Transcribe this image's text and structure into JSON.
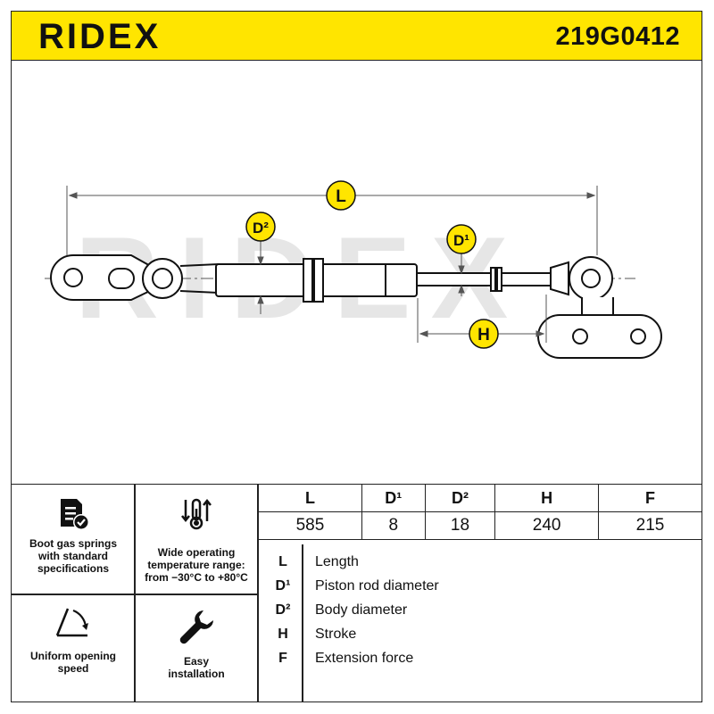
{
  "header": {
    "brand": "RIDEX",
    "part_number": "219G0412",
    "background_color": "#ffe500"
  },
  "drawing": {
    "watermark": "RIDEX",
    "labels": {
      "length": "L",
      "rod_diameter": "D¹",
      "body_diameter": "D²",
      "stroke": "H"
    },
    "marker_color": "#ffe500"
  },
  "features": [
    {
      "icon": "document-check-icon",
      "text": [
        "Boot gas springs",
        "with standard",
        "specifications"
      ]
    },
    {
      "icon": "thermometer-arrows-icon",
      "text": [
        "Wide operating",
        "temperature range:",
        "from −30°C to +80°C"
      ]
    },
    {
      "icon": "opening-angle-icon",
      "text": [
        "Uniform opening",
        "speed"
      ]
    },
    {
      "icon": "wrench-icon",
      "text": [
        "Easy",
        "installation"
      ]
    }
  ],
  "specs": {
    "headers": [
      "L",
      "D¹",
      "D²",
      "H",
      "F"
    ],
    "values": [
      "585",
      "8",
      "18",
      "240",
      "215"
    ]
  },
  "legend": [
    {
      "key": "L",
      "desc": "Length"
    },
    {
      "key": "D¹",
      "desc": "Piston rod diameter"
    },
    {
      "key": "D²",
      "desc": "Body diameter"
    },
    {
      "key": "H",
      "desc": "Stroke"
    },
    {
      "key": "F",
      "desc": "Extension force"
    }
  ]
}
